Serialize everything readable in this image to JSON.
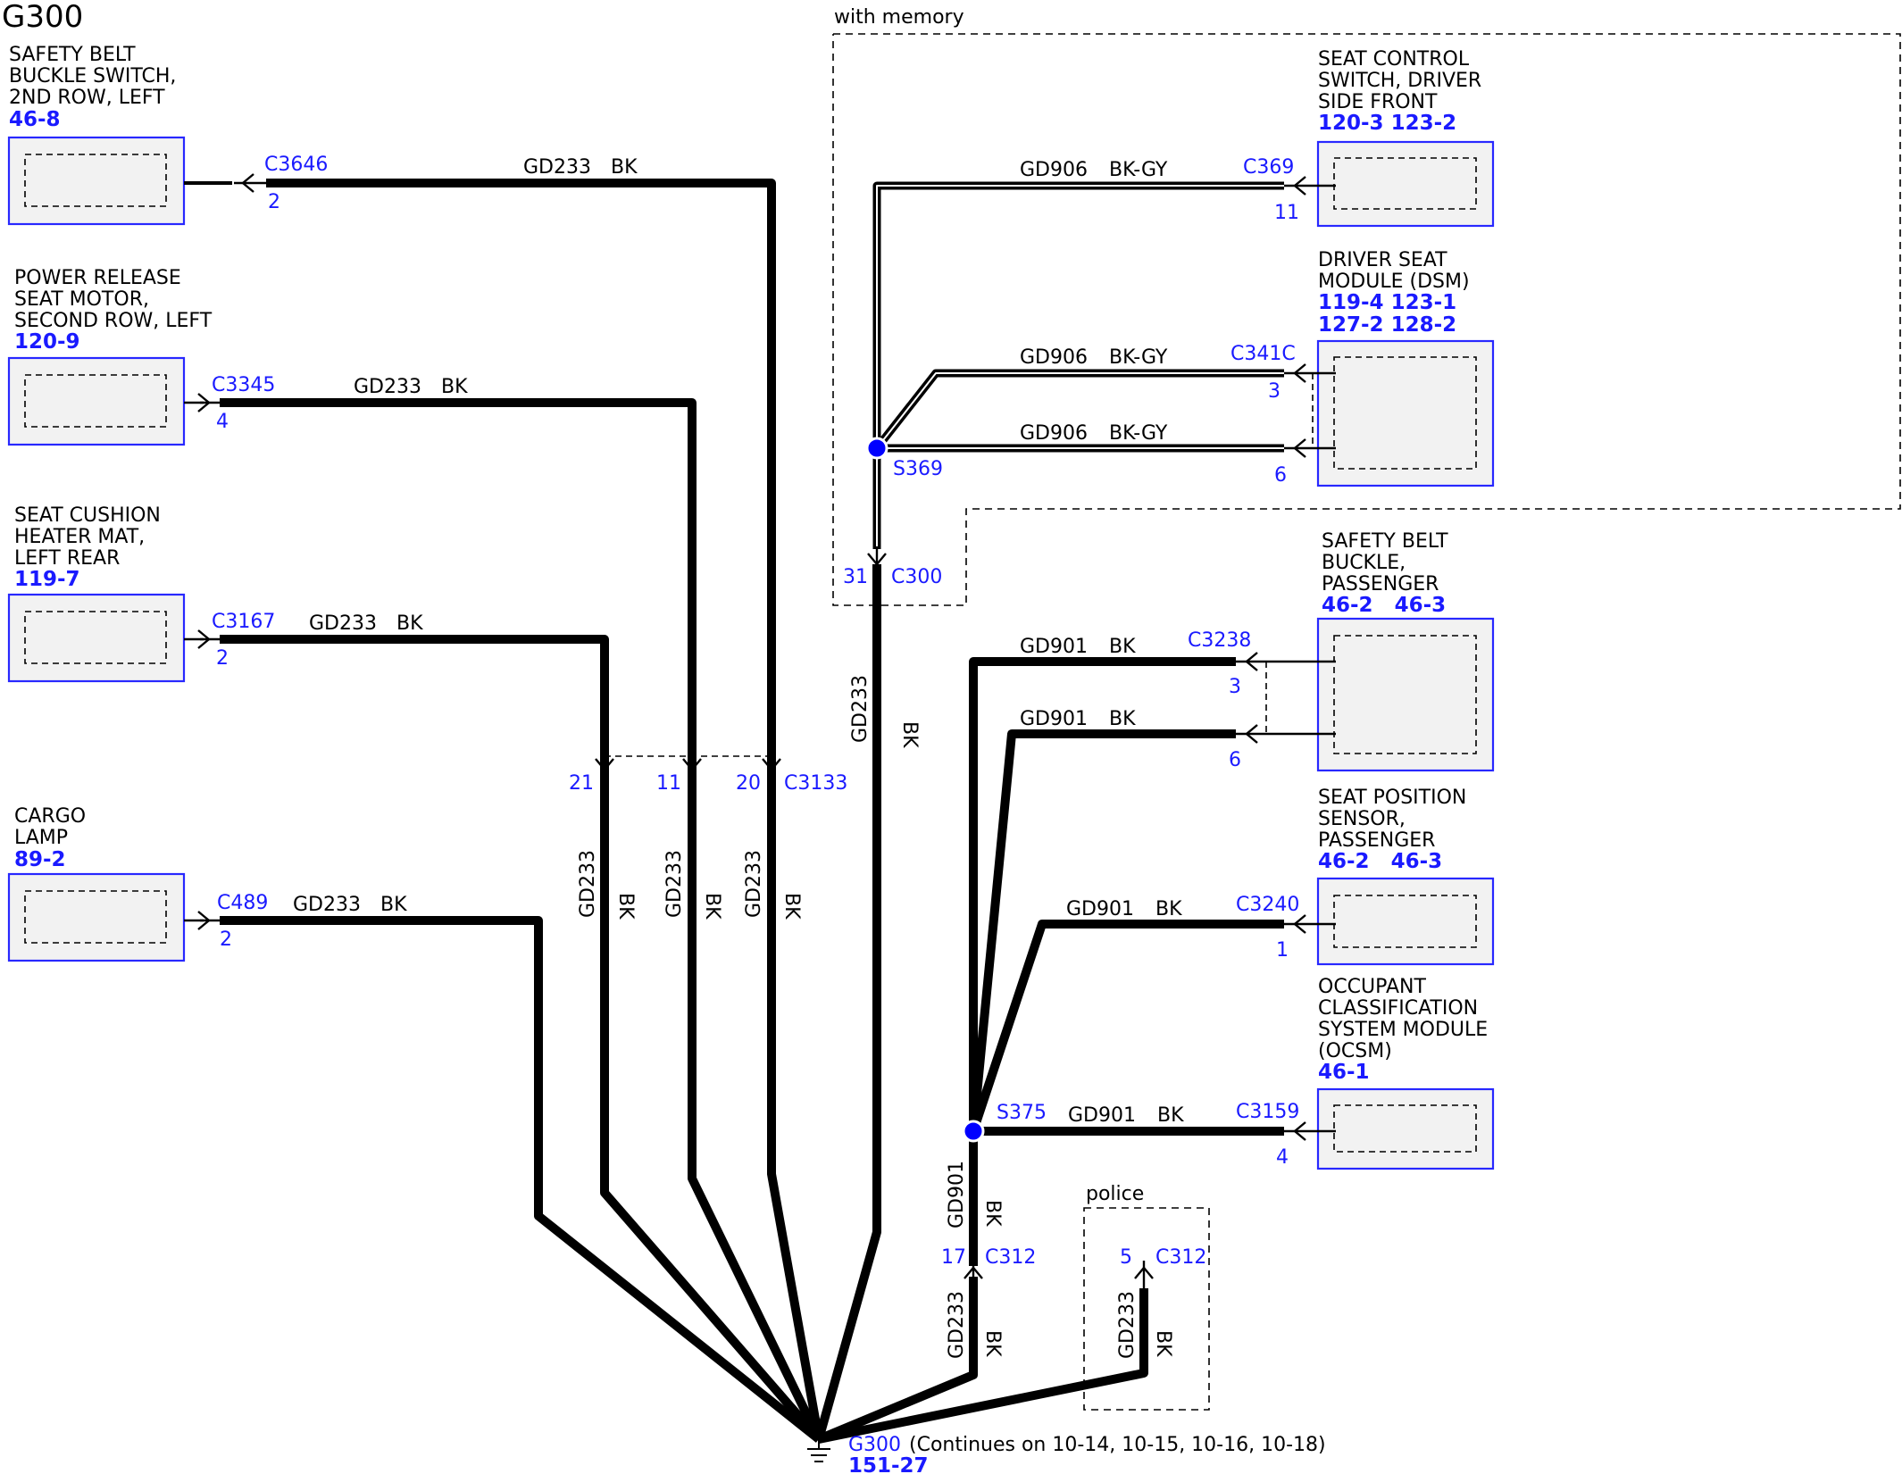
{
  "title": "G300",
  "regions": {
    "memory": "with memory",
    "police": "police"
  },
  "components": {
    "belt2ndLeft": {
      "lines": [
        "SAFETY BELT",
        "BUCKLE SWITCH,",
        "2ND ROW, LEFT"
      ],
      "refs": "46-8"
    },
    "powerRelease": {
      "lines": [
        "POWER RELEASE",
        "SEAT MOTOR,",
        "SECOND ROW, LEFT"
      ],
      "refs": "120-9"
    },
    "heaterMat": {
      "lines": [
        "SEAT CUSHION",
        "HEATER MAT,",
        "LEFT REAR"
      ],
      "refs": "119-7"
    },
    "cargoLamp": {
      "lines": [
        "CARGO",
        "LAMP"
      ],
      "refs": "89-2"
    },
    "seatControl": {
      "lines": [
        "SEAT CONTROL",
        "SWITCH, DRIVER",
        "SIDE FRONT"
      ],
      "refs": "120-3 123-2"
    },
    "dsm": {
      "lines": [
        "DRIVER SEAT",
        "MODULE (DSM)"
      ],
      "refs": "119-4 123-1",
      "refs2": "127-2 128-2"
    },
    "beltPassenger": {
      "lines": [
        "SAFETY BELT",
        "BUCKLE,",
        "PASSENGER"
      ],
      "refs": "46-2   46-3"
    },
    "seatPosSensor": {
      "lines": [
        "SEAT POSITION",
        "SENSOR,",
        "PASSENGER"
      ],
      "refs": "46-2   46-3"
    },
    "ocsm": {
      "lines": [
        "OCCUPANT",
        "CLASSIFICATION",
        "SYSTEM MODULE",
        "(OCSM)"
      ],
      "refs": "46-1"
    }
  },
  "connectors": {
    "c3646": {
      "id": "C3646",
      "pin": "2"
    },
    "c3345": {
      "id": "C3345",
      "pin": "4"
    },
    "c3167": {
      "id": "C3167",
      "pin": "2"
    },
    "c489": {
      "id": "C489",
      "pin": "2"
    },
    "c369": {
      "id": "C369",
      "pin": "11"
    },
    "c341c": {
      "id": "C341C",
      "pins": [
        "3",
        "6"
      ]
    },
    "c300": {
      "id": "C300",
      "pin": "31"
    },
    "c3133": {
      "id": "C3133",
      "pins": [
        "21",
        "11",
        "20"
      ]
    },
    "c3238": {
      "id": "C3238",
      "pins": [
        "3",
        "6"
      ]
    },
    "c3240": {
      "id": "C3240",
      "pin": "1"
    },
    "c3159": {
      "id": "C3159",
      "pin": "4"
    },
    "c312a": {
      "id": "C312",
      "pin": "17"
    },
    "c312b": {
      "id": "C312",
      "pin": "5"
    }
  },
  "splices": {
    "s369": "S369",
    "s375": "S375"
  },
  "wires": {
    "gd233": "GD233",
    "gd906": "GD906",
    "gd901": "GD901",
    "bk": "BK",
    "bkgy": "BK-GY"
  },
  "ground": {
    "id": "G300",
    "note": "(Continues on 10-14, 10-15, 10-16, 10-18)",
    "ref": "151-27"
  },
  "colors": {
    "connector_text": "#1a1aff",
    "component_border": "#2828ff",
    "component_fill": "#f2f2f2",
    "splice": "#0000ff",
    "wire": "#000000"
  }
}
